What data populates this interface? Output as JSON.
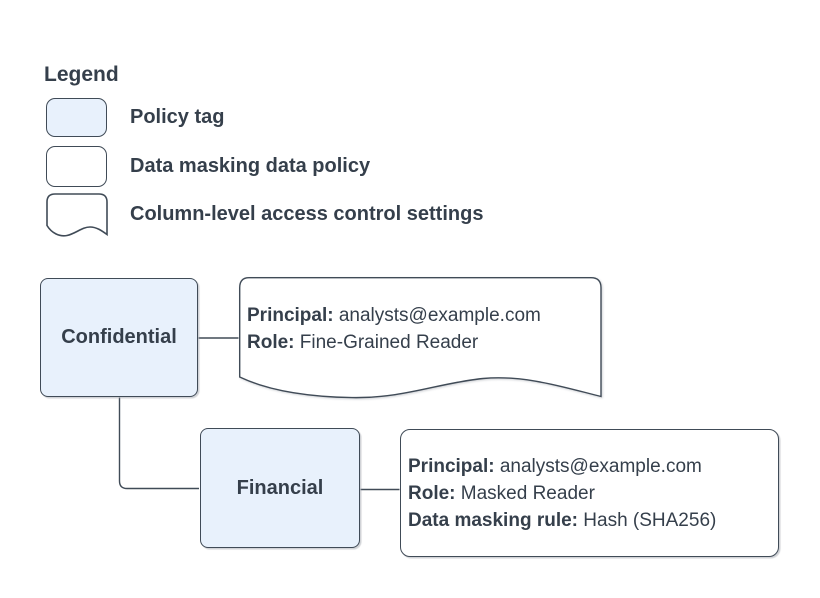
{
  "colors": {
    "policy_tag_fill": "#e8f1fc",
    "shape_stroke": "#404b57",
    "text": "#353f4b",
    "background": "#ffffff"
  },
  "legend": {
    "title": "Legend",
    "items": [
      {
        "name": "policy-tag",
        "label": "Policy tag"
      },
      {
        "name": "data-masking-data-policy",
        "label": "Data masking data policy"
      },
      {
        "name": "column-level-access-control-settings",
        "label": "Column-level access control settings"
      }
    ]
  },
  "nodes": {
    "confidential": {
      "label": "Confidential"
    },
    "financial": {
      "label": "Financial"
    },
    "access_control": {
      "principal_label": "Principal:",
      "principal_value": "analysts@example.com",
      "role_label": "Role:",
      "role_value": "Fine-Grained Reader"
    },
    "data_policy": {
      "principal_label": "Principal:",
      "principal_value": "analysts@example.com",
      "role_label": "Role:",
      "role_value": "Masked Reader",
      "rule_label": "Data masking rule:",
      "rule_value": "Hash (SHA256)"
    }
  }
}
